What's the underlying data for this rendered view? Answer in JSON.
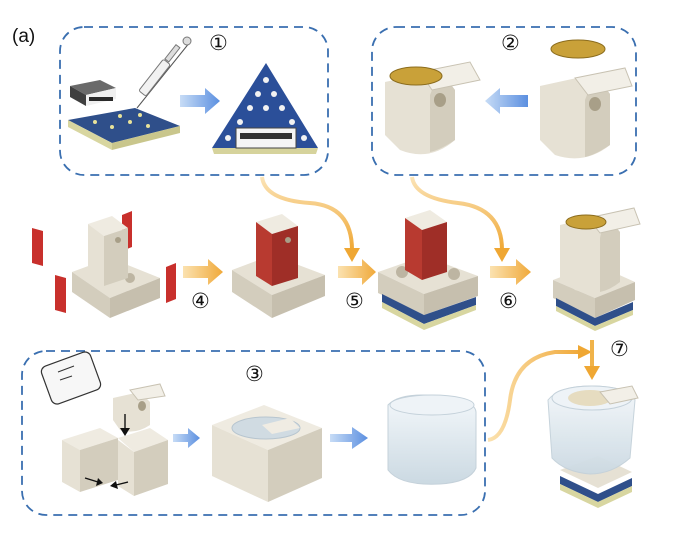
{
  "figure": {
    "panel_label": "(a)",
    "steps": {
      "s1": "①",
      "s2": "②",
      "s3": "③",
      "s4": "④",
      "s5": "⑤",
      "s6": "⑥",
      "s7": "⑦"
    }
  },
  "colors": {
    "group_border": "#3a6fb0",
    "process_arrow": "#6b9fe0",
    "assembly_arrow": "#f0b34a",
    "base_body": "#e6e1d4",
    "pcb_blue": "#2f4f8a",
    "electrode_red": "#c8302c",
    "disc_gold": "#c9a139",
    "gel_clear": "#dfe8ee"
  }
}
